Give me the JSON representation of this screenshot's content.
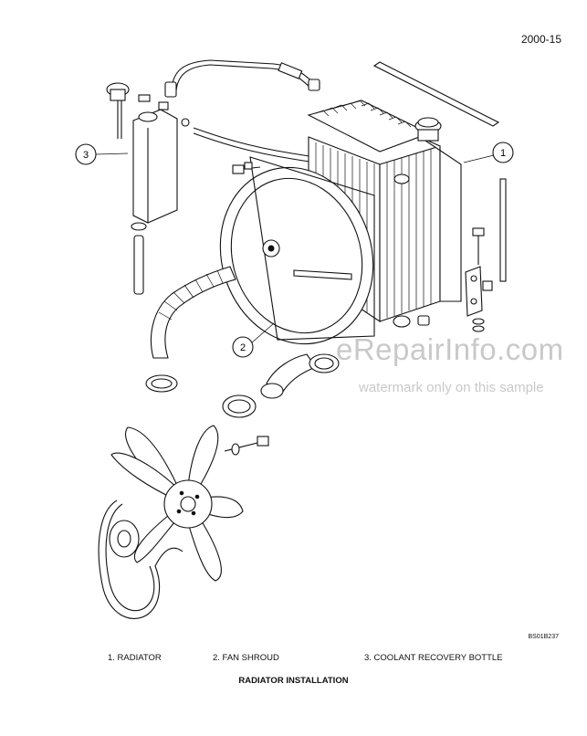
{
  "page_number": "2000-15",
  "callouts": [
    "1",
    "2",
    "3"
  ],
  "watermark": {
    "main": "eRepairInfo.com",
    "sub": "watermark only on this sample"
  },
  "figure_code": "BS01B237",
  "legend": [
    "1.  RADIATOR",
    "2.  FAN SHROUD",
    "3.  COOLANT RECOVERY BOTTLE"
  ],
  "caption": "RADIATOR INSTALLATION"
}
